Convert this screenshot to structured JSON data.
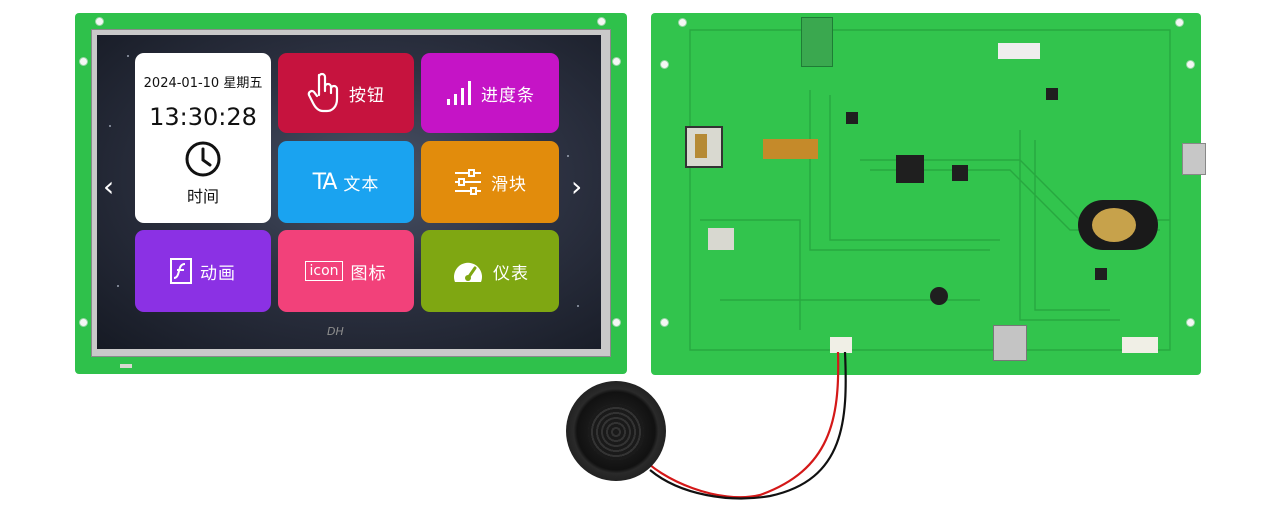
{
  "clock": {
    "date": "2024-01-10 星期五",
    "time": "13:30:28",
    "label": "时间"
  },
  "tiles": [
    {
      "label": "按钮",
      "color": "#c6133e",
      "icon": "hand-pointer-icon"
    },
    {
      "label": "进度条",
      "color": "#c514c6",
      "icon": "bars-progress-icon"
    },
    {
      "label": "文本",
      "color": "#1aa3f0",
      "icon": "text-ta-icon"
    },
    {
      "label": "滑块",
      "color": "#e28c0c",
      "icon": "sliders-icon"
    },
    {
      "label": "动画",
      "color": "#8b31e4",
      "icon": "flash-icon"
    },
    {
      "label": "图标",
      "color": "#f2417a",
      "icon": "icon-badge"
    },
    {
      "label": "仪表",
      "color": "#7fa712",
      "icon": "gauge-icon"
    }
  ],
  "icon_text": "icon",
  "text_icon_glyph": "TA",
  "brand_mark": "DH",
  "nav": {
    "prev": "‹",
    "next": "›"
  },
  "colors": {
    "pcb": "#2fc14b",
    "screen_bg": "#2d3242"
  }
}
